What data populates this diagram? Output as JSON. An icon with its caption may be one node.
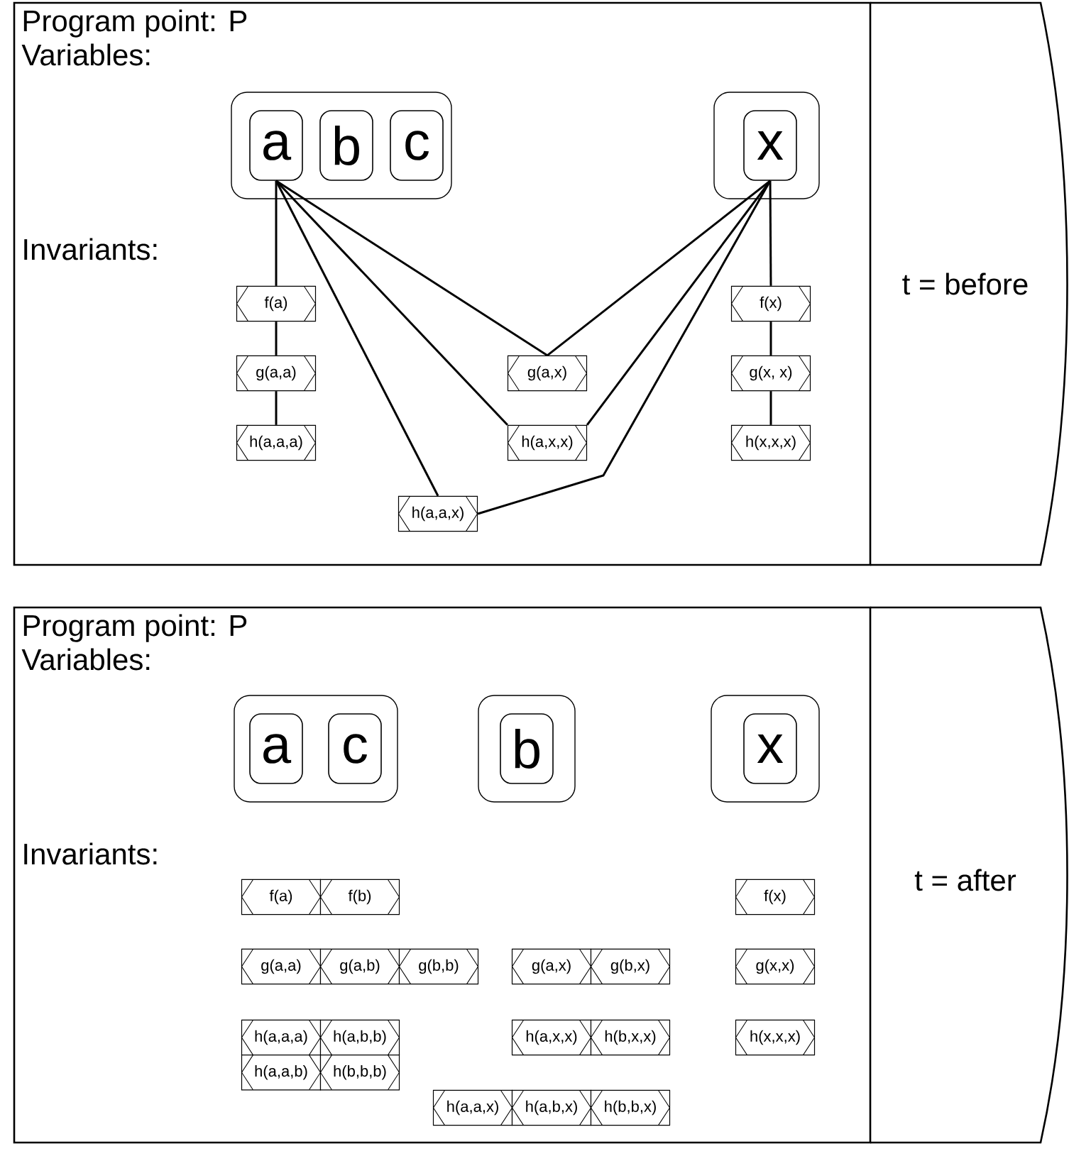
{
  "diagram": {
    "nodes": [
      {
        "text": [
          "Program point: P",
          "Variables:",
          "Invariants:"
        ]
      },
      {
        "text": [
          "t = before"
        ]
      },
      {
        "text": [],
        "shape": "box",
        "in": 0
      },
      {
        "text": [
          "a"
        ],
        "in": 2
      },
      {
        "text": [
          "b"
        ],
        "in": 2
      },
      {
        "text": [
          "c"
        ],
        "in": 2
      },
      {
        "text": [],
        "shape": "box",
        "in": 0
      },
      {
        "text": [
          "x"
        ],
        "in": 6
      },
      {
        "text": [
          "f(a)"
        ],
        "in": 0
      },
      {
        "text": [
          "g(a,a)"
        ],
        "in": 0
      },
      {
        "text": [
          "h(a,a,a)"
        ],
        "in": 0
      },
      {
        "text": [
          "g(a,x)"
        ],
        "in": 0
      },
      {
        "text": [
          "h(a,x,x)"
        ],
        "in": 0
      },
      {
        "text": [
          "h(a,a,x)"
        ],
        "in": 0
      },
      {
        "text": [
          "f(x)"
        ],
        "in": 0
      },
      {
        "text": [
          "g(x, x)"
        ],
        "in": 0
      },
      {
        "text": [
          "h(x,x,x)"
        ],
        "in": 0
      },
      {
        "text": [
          "Program point: P",
          "Variables:",
          "Invariants:"
        ]
      },
      {
        "text": [
          "t = after"
        ]
      },
      {
        "text": [],
        "shape": "box",
        "in": 17
      },
      {
        "text": [
          "a"
        ],
        "in": 19
      },
      {
        "text": [
          "c"
        ],
        "in": 19
      },
      {
        "text": [],
        "shape": "box",
        "in": 17
      },
      {
        "text": [
          "b"
        ],
        "in": 22
      },
      {
        "text": [],
        "shape": "box",
        "in": 17
      },
      {
        "text": [
          "x"
        ],
        "in": 24
      },
      {
        "text": [
          "f(a)"
        ],
        "in": 17
      },
      {
        "text": [
          "f(b)"
        ],
        "in": 17
      },
      {
        "text": [
          "f(x)"
        ],
        "in": 17
      },
      {
        "text": [
          "g(a,a)"
        ],
        "in": 17
      },
      {
        "text": [
          "g(a,b)"
        ],
        "in": 17
      },
      {
        "text": [
          "g(b,b)"
        ],
        "in": 17
      },
      {
        "text": [
          "g(a,x)"
        ],
        "in": 17
      },
      {
        "text": [
          "g(b,x)"
        ],
        "in": 17
      },
      {
        "text": [
          "g(x,x)"
        ],
        "in": 17
      },
      {
        "text": [
          "h(a,a,a)"
        ],
        "in": 17
      },
      {
        "text": [
          "h(a,b,b)"
        ],
        "in": 17
      },
      {
        "text": [
          "h(a,x,x)"
        ],
        "in": 17
      },
      {
        "text": [
          "h(b,x,x)"
        ],
        "in": 17
      },
      {
        "text": [
          "h(x,x,x)"
        ],
        "in": 17
      },
      {
        "text": [
          "h(a,a,b)"
        ],
        "in": 17
      },
      {
        "text": [
          "h(b,b,b)"
        ],
        "in": 17
      },
      {
        "text": [
          "h(a,a,x)"
        ],
        "in": 17
      },
      {
        "text": [
          "h(a,b,x)"
        ],
        "in": 17
      },
      {
        "text": [
          "h(b,b,x)"
        ],
        "in": 17
      }
    ],
    "edges": [
      {
        "from": 3,
        "to": 8,
        "arrow": "none"
      },
      {
        "from": 8,
        "to": 9,
        "arrow": "none"
      },
      {
        "from": 9,
        "to": 10,
        "arrow": "none"
      },
      {
        "from": 3,
        "to": 11,
        "arrow": "none"
      },
      {
        "from": 3,
        "to": 12,
        "arrow": "none"
      },
      {
        "from": 3,
        "to": 13,
        "arrow": "none"
      },
      {
        "from": 7,
        "to": 11,
        "arrow": "none"
      },
      {
        "from": 7,
        "to": 12,
        "arrow": "none"
      },
      {
        "from": 7,
        "to": 13,
        "arrow": "none"
      },
      {
        "from": 7,
        "to": 14,
        "arrow": "none"
      },
      {
        "from": 14,
        "to": 15,
        "arrow": "none"
      },
      {
        "from": 15,
        "to": 16,
        "arrow": "none"
      }
    ]
  }
}
